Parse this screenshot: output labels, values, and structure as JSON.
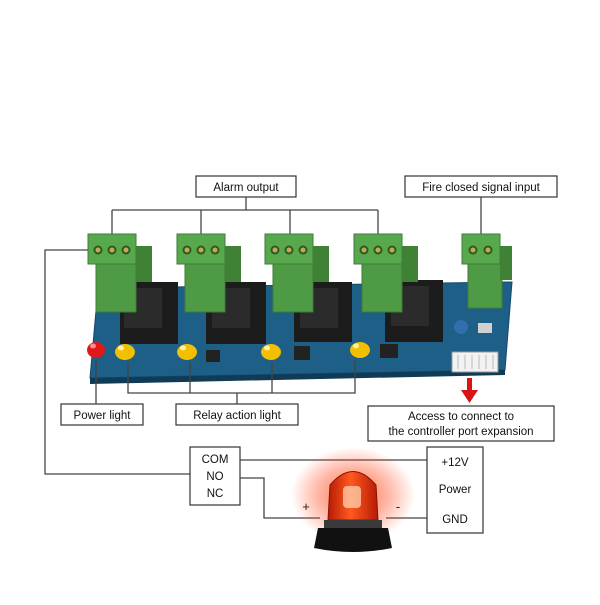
{
  "labels": {
    "alarm_output": "Alarm output",
    "fire_input": "Fire closed signal input",
    "power_light": "Power light",
    "relay_action_light": "Relay action light",
    "access_line1": "Access to connect to",
    "access_line2": "the controller port expansion"
  },
  "relay_terminals": {
    "com": "COM",
    "no": "NO",
    "nc": "NC"
  },
  "power_supply": {
    "plus12v": "+12V",
    "power": "Power",
    "gnd": "GND"
  },
  "polarity": {
    "plus": "+",
    "minus": "-"
  },
  "colors": {
    "pcb": "#1d5f86",
    "terminal_green": "#4f9a45",
    "relay_black": "#1c1c1c",
    "led_red": "#e01818",
    "led_yellow": "#f2c000",
    "arrow_red": "#d81414",
    "beacon_red": "#e8380f"
  },
  "icons": {
    "beacon": "alarm-beacon-icon",
    "arrow": "arrow-down-icon"
  }
}
